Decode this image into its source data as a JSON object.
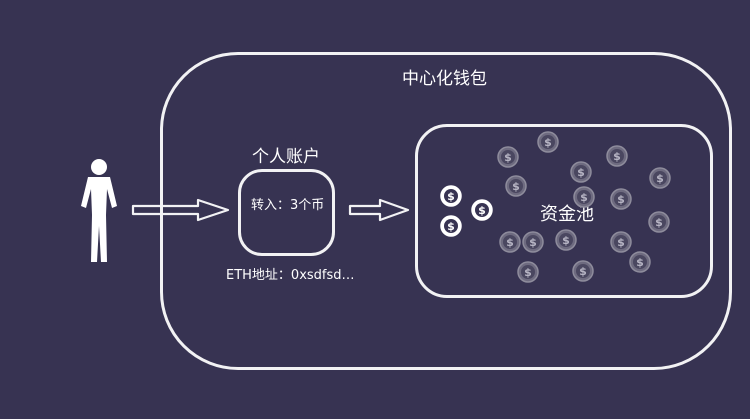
{
  "wallet": {
    "title": "中心化钱包"
  },
  "account": {
    "title": "个人账户",
    "transfer_text": "转入：3个币",
    "eth_address": "ETH地址：0xsdfsd…"
  },
  "pool": {
    "title": "资金池"
  },
  "coin_symbol": "$",
  "colors": {
    "background": "#373352",
    "chalk": "#f2f2f4",
    "coin_active": "#ffffff",
    "coin_faded": "#8e8c9c"
  },
  "icons": [
    "person-silhouette-icon",
    "arrow-right-icon",
    "coin-icon"
  ]
}
